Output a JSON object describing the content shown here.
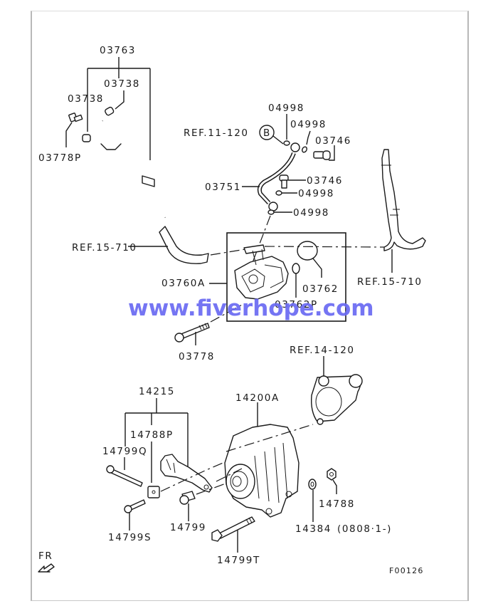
{
  "diagram": {
    "title": "Alternator & Vacuum Pump Parts Diagram",
    "figure_code": "F00126",
    "direction_label": "FR",
    "watermark": "www.fiverhope.com",
    "ref_circle_letter": "B",
    "labels": {
      "p03763": "03763",
      "p03738_a": "03738",
      "p03738_b": "03738",
      "p03778P": "03778P",
      "ref_15_710_left": "REF.15-710",
      "p04998_a": "04998",
      "p04998_b": "04998",
      "ref_11_120": "REF.11-120",
      "p03746_a": "03746",
      "p03751": "03751",
      "p03746_b": "03746",
      "p04998_c": "04998",
      "p04998_d": "04998",
      "p03760A": "03760A",
      "p03762": "03762",
      "p03762P": "03762P",
      "ref_15_710_right": "REF.15-710",
      "p03778": "03778",
      "ref_14_120": "REF.14-120",
      "p14215": "14215",
      "p14200A": "14200A",
      "p14788P": "14788P",
      "p14799Q": "14799Q",
      "p14788": "14788",
      "p14799S": "14799S",
      "p14799": "14799",
      "p14384": "14384",
      "p14384_note": "(0808·1-)",
      "p14799T": "14799T"
    }
  }
}
